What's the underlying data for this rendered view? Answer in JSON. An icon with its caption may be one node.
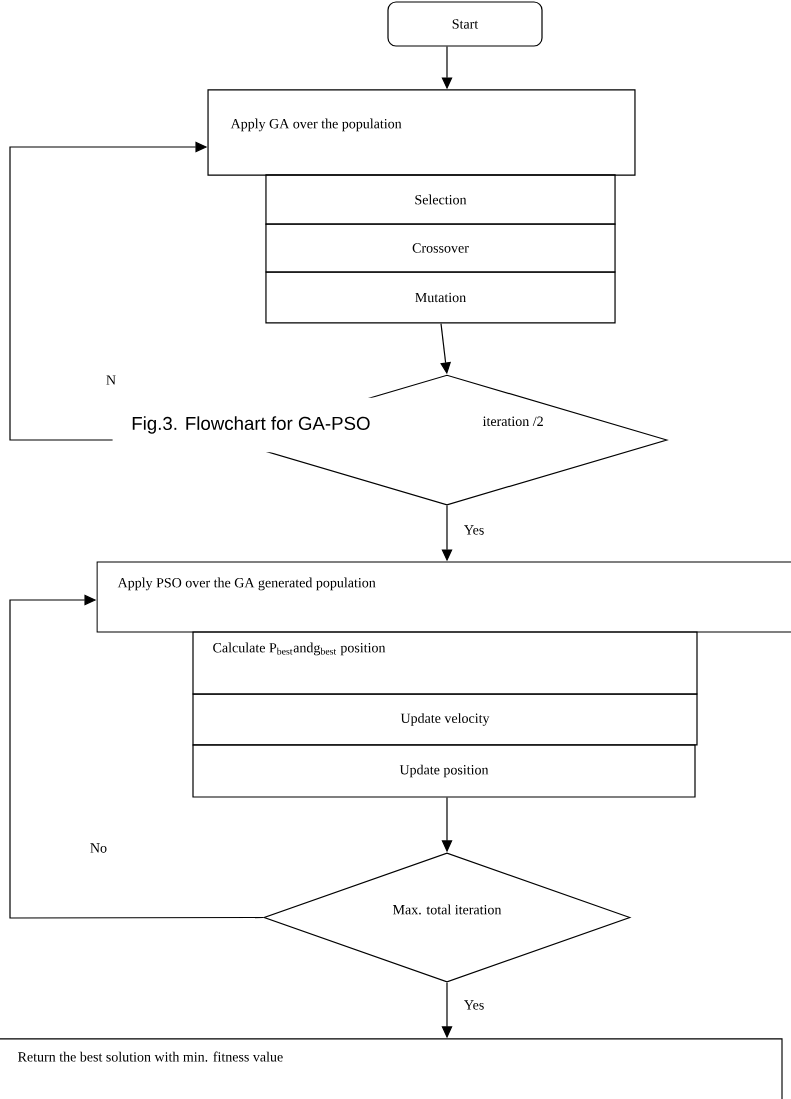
{
  "diagram": {
    "caption": "Fig.3. Flowchart for GA-PSO",
    "nodes": [
      {
        "text": [
          "Start"
        ]
      },
      {
        "text": [
          "Apply GA over the population"
        ]
      },
      {
        "text": [
          "Selection"
        ]
      },
      {
        "text": [
          "Crossover"
        ]
      },
      {
        "text": [
          "Mutation"
        ]
      },
      {
        "text": [
          "iteration /2"
        ]
      },
      {
        "text": [
          "Apply PSO over the GA generated population"
        ]
      },
      {
        "text": [
          "Calculate P$_{best}$andg$_{best}$ position"
        ]
      },
      {
        "text": [
          "Update velocity"
        ]
      },
      {
        "text": [
          "Update position"
        ]
      },
      {
        "text": [
          "Max. total iteration"
        ]
      },
      {
        "text": [
          "Return the best solution with min. fitness value"
        ]
      }
    ],
    "edges": [
      {
        "from": 0,
        "to": 1,
        "arrow": "to"
      },
      {
        "from": 4,
        "to": 5,
        "arrow": "to"
      },
      {
        "from": 5,
        "to": 1,
        "arrow": "to",
        "label": "N"
      },
      {
        "from": 5,
        "to": 6,
        "arrow": "to",
        "label": "Yes"
      },
      {
        "from": 9,
        "to": 10,
        "arrow": "to"
      },
      {
        "from": 10,
        "to": 6,
        "arrow": "to",
        "label": "No"
      },
      {
        "from": 10,
        "to": 11,
        "arrow": "to",
        "label": "Yes"
      }
    ]
  }
}
